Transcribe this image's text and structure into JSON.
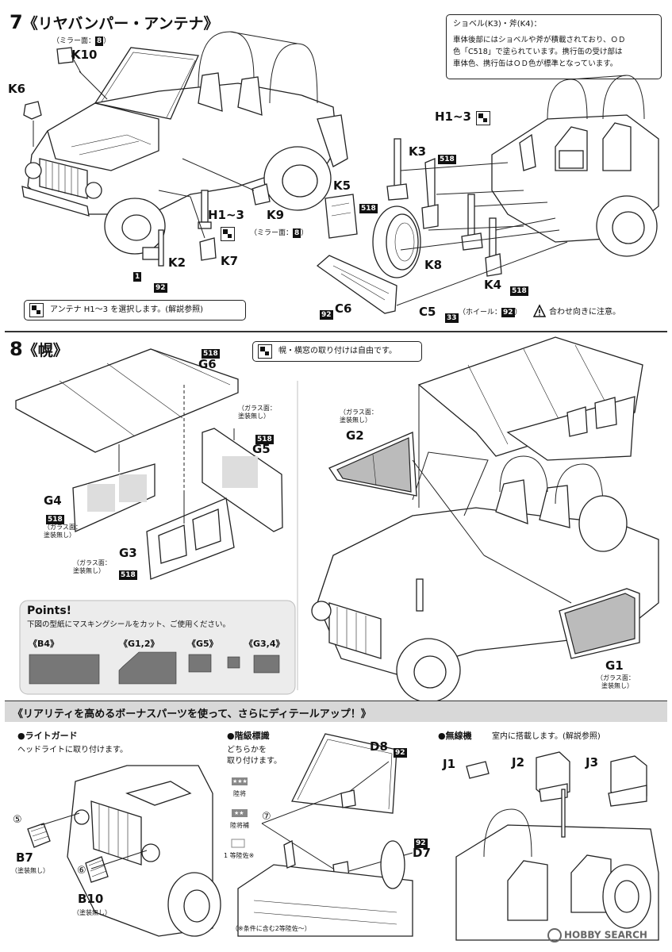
{
  "step7": {
    "number": "7",
    "title": "《リヤバンパー・アンテナ》",
    "note_shovel_title": "ショベル(K3)・斧(K4)：",
    "note_shovel_body": [
      "車体後部にはショベルや斧が積載されており、ＯＤ",
      "色「C518」で塗られています。携行缶の受け部は",
      "車体色、携行缶はＯＤ色が標準となっています。"
    ],
    "mirror_label_1": "（ミラー面：",
    "mirror_badge_1": "8",
    "mirror_close_1": "）",
    "mirror_label_2": "（ミラー面：",
    "mirror_badge_2": "8",
    "mirror_close_2": "）",
    "parts": {
      "k10": "K10",
      "k6": "K6",
      "h13_a": "H1~3",
      "h13_b": "H1~3",
      "k9": "K9",
      "k2": "K2",
      "k7": "K7",
      "k3": "K3",
      "k5": "K5",
      "k8": "K8",
      "k4": "K4",
      "c5": "C5",
      "c6": "C6"
    },
    "badges": {
      "k3": "518",
      "k5": "518",
      "k4": "518",
      "k2_a": "1",
      "k2_b": "92",
      "c6": "92",
      "c5": "33",
      "wheel": "92"
    },
    "wheel_label": "（ホイール：",
    "wheel_close": "）",
    "caution": "合わせ向きに注意。",
    "antenna_note": "アンテナ H1～3 を選択します。(解説参照)"
  },
  "step8": {
    "number": "8",
    "title": "《幌》",
    "note": "幌・横窓の取り付けは自由です。",
    "parts": {
      "g6": "G6",
      "g5": "G5",
      "g4": "G4",
      "g3": "G3",
      "g2": "G2",
      "g1": "G1"
    },
    "badges": {
      "g6": "518",
      "g5": "518",
      "g4": "518",
      "g3": "518"
    },
    "glass_1": "（ガラス面：",
    "glass_2": "塗装無し）",
    "points_title": "Points!",
    "points_text": "下図の型紙にマスキングシールをカット、ご使用ください。",
    "mask_labels": [
      "《B4》",
      "《G1,2》",
      "《G5》",
      "《G3,4》"
    ]
  },
  "bonus": {
    "banner": "《リアリティを高めるボーナスパーツを使って、さらにディテールアップ！》",
    "light_guard_title": "●ライトガード",
    "light_guard_text": "ヘッドライトに取り付けます。",
    "b7": "B7",
    "b10": "B10",
    "no_paint": "（塗装無し）",
    "num5": "⑤",
    "num6": "⑥",
    "num7": "⑦",
    "rank_title": "●階級標識",
    "rank_text_1": "どちらかを",
    "rank_text_2": "取り付けます。",
    "rank_1": "陸将",
    "rank_2": "陸将補",
    "rank_3": "1 等陸佐※",
    "rank_stars_1": "★★★",
    "rank_stars_2": "★★",
    "rank_note": "（※条件に含む2等陸佐～）",
    "d8": "D8",
    "d8_badge": "92",
    "d7": "D7",
    "d7_badge": "92",
    "radio_title": "●無線機",
    "radio_text": "室内に搭載します。(解説参照)",
    "j1": "J1",
    "j2": "J2",
    "j3": "J3"
  },
  "watermark": "HOBBY SEARCH"
}
